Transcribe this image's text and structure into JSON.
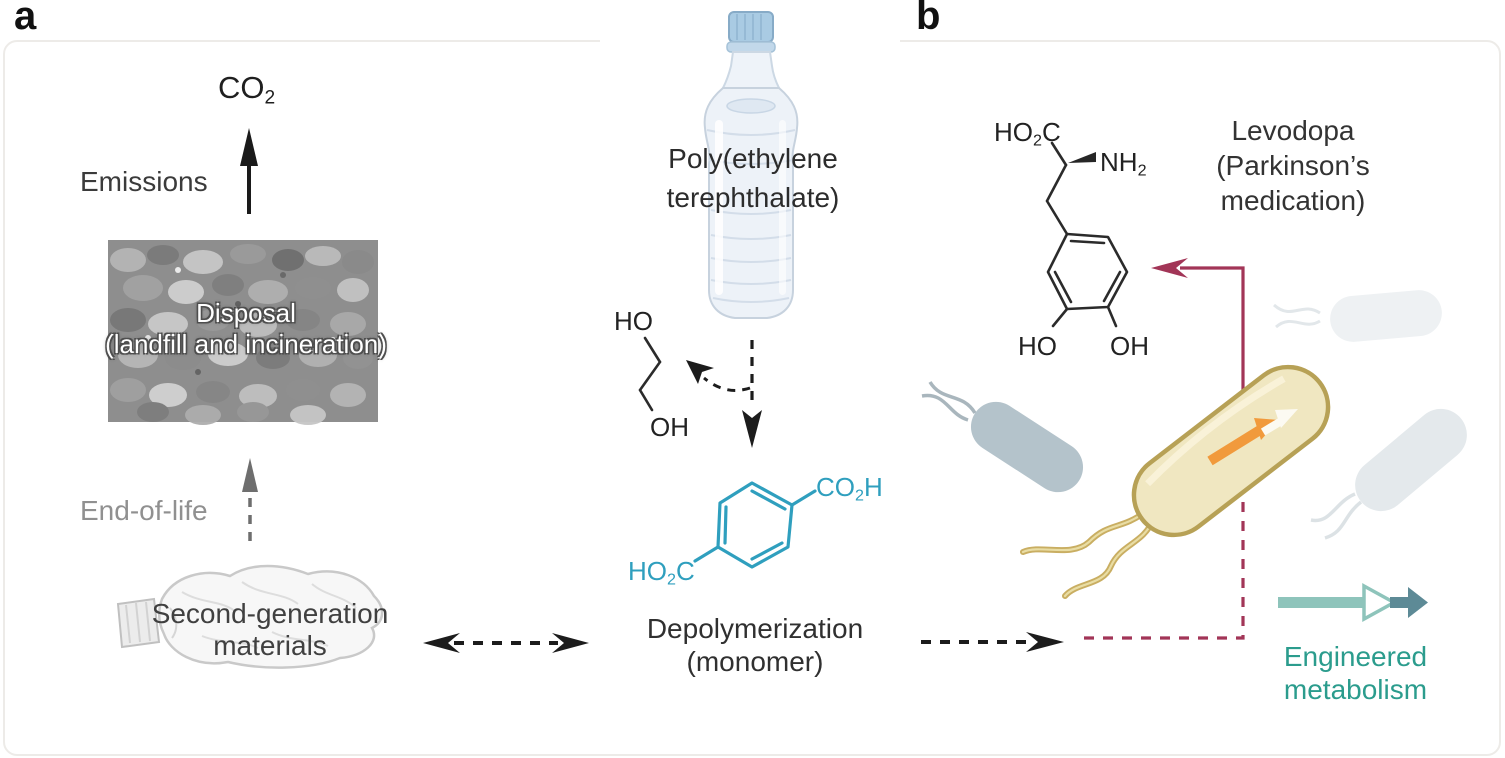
{
  "figure": {
    "panel_a_label": "a",
    "panel_b_label": "b"
  },
  "panel_a": {
    "co2": {
      "main": "CO",
      "sub": "2"
    },
    "emissions": "Emissions",
    "disposal": {
      "line1": "Disposal",
      "line2": "(landfill and incineration)"
    },
    "end_of_life": "End-of-life",
    "second_generation": {
      "line1": "Second-generation",
      "line2": "materials"
    },
    "pet": {
      "line1": "Poly(ethylene",
      "line2": "terephthalate)"
    },
    "ethylene_glycol": {
      "top": "HO",
      "bottom": "OH"
    },
    "terephthalic_acid": {
      "top_right": {
        "p1": "CO",
        "sub": "2",
        "p2": "H"
      },
      "bottom_left": {
        "p1": "HO",
        "sub": "2",
        "p2": "C"
      }
    },
    "depolymerization": {
      "line1": "Depolymerization",
      "line2": "(monomer)"
    }
  },
  "panel_b": {
    "levodopa_structure": {
      "acid": {
        "p1": "HO",
        "sub": "2",
        "p2": "C"
      },
      "amine": {
        "p1": "NH",
        "sub": "2"
      },
      "hydroxyl_left": "HO",
      "hydroxyl_right": "OH"
    },
    "levodopa_label": {
      "line1": "Levodopa",
      "line2": "(Parkinson’s",
      "line3": "medication)"
    },
    "engineered_metabolism": {
      "line1": "Engineered",
      "line2": "metabolism"
    }
  },
  "colors": {
    "monomer_teal": "#2f9fbe",
    "levodopa_arrow_maroon": "#a23557",
    "engineered_teal_text": "#2b9c8d",
    "engineered_arrow_light": "#8ec4bb",
    "engineered_arrow_dark": "#5d8a96",
    "engineered_cell_fill": "#f0e7c1",
    "engineered_cell_stroke": "#b7a156",
    "plasmid_arrow_orange": "#f19a3c",
    "wild_cell_gray": "#b4c3cb",
    "muted_text_gray": "#909090"
  }
}
